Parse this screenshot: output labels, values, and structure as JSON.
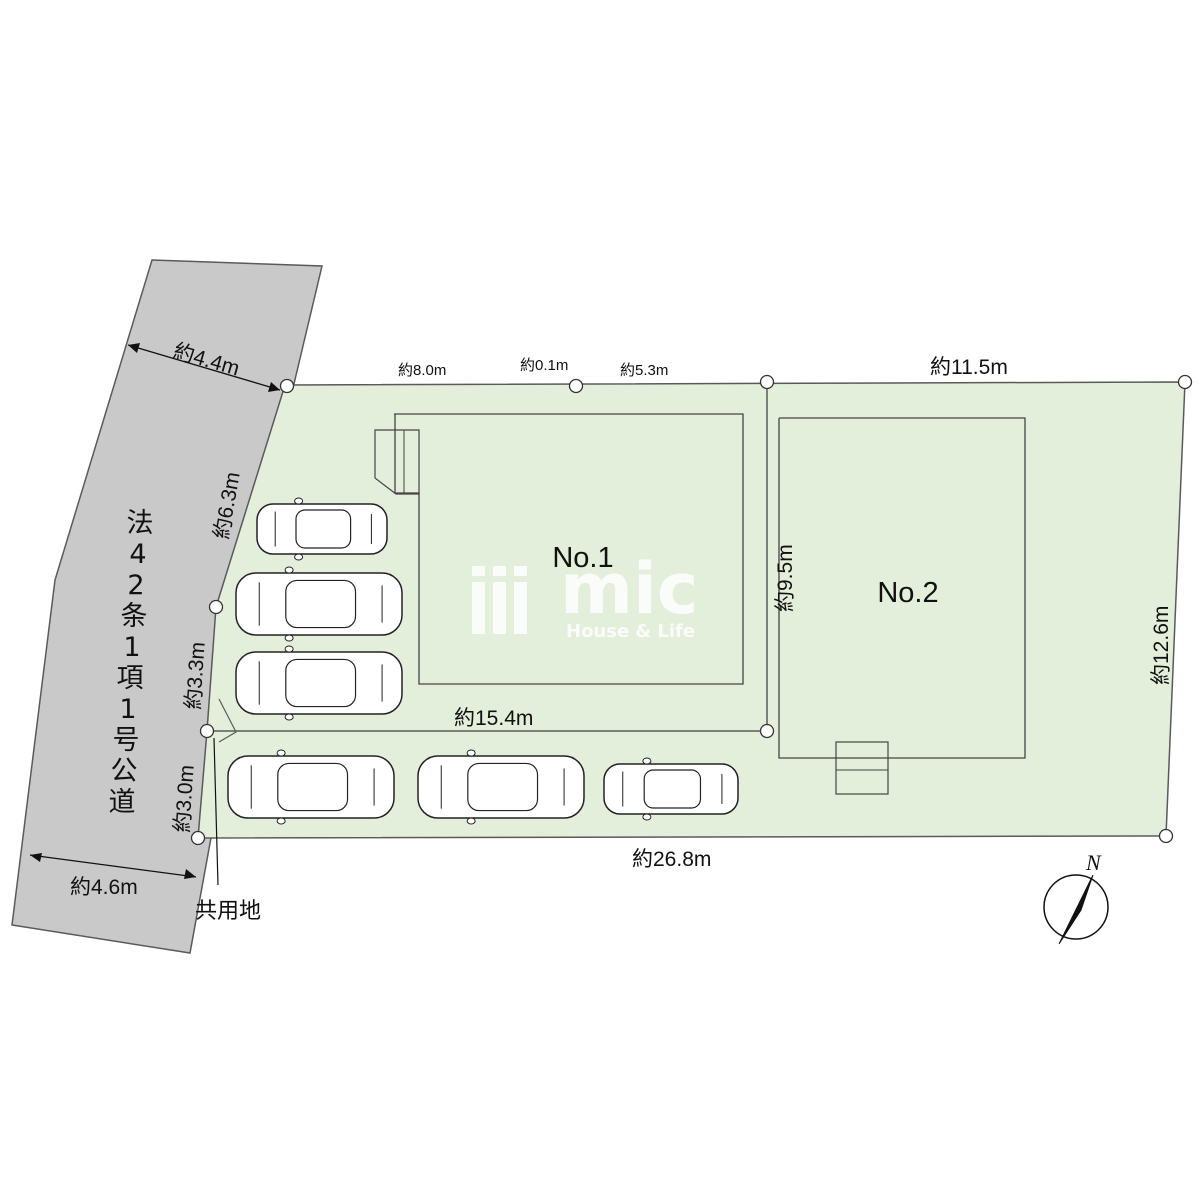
{
  "colors": {
    "lot_fill": "#e3eedb",
    "road_fill": "#c9c9c9",
    "outline": "#5a5a5a",
    "text": "#111111"
  },
  "road": {
    "label_chars": [
      "法",
      "4",
      "2",
      "条",
      "1",
      "項",
      "1",
      "号",
      "公",
      "道"
    ],
    "width_top": "約4.4m",
    "width_bottom": "約4.6m"
  },
  "lots": {
    "no1": "No.1",
    "no2": "No.2"
  },
  "dimensions": {
    "top_a": "約8.0m",
    "top_b": "約0.1m",
    "top_c": "約5.3m",
    "top_no2": "約11.5m",
    "west_upper": "約6.3m",
    "west_mid": "約3.3m",
    "west_lower": "約3.0m",
    "driveway": "約15.4m",
    "divider": "約9.5m",
    "east": "約12.6m",
    "south": "約26.8m"
  },
  "shared_land": "共用地",
  "parking": {
    "car_count": 6
  },
  "north": {
    "label": "N",
    "icon": "north-arrow-icon"
  },
  "watermark": {
    "brand": "mic",
    "tagline": "House & Life"
  }
}
